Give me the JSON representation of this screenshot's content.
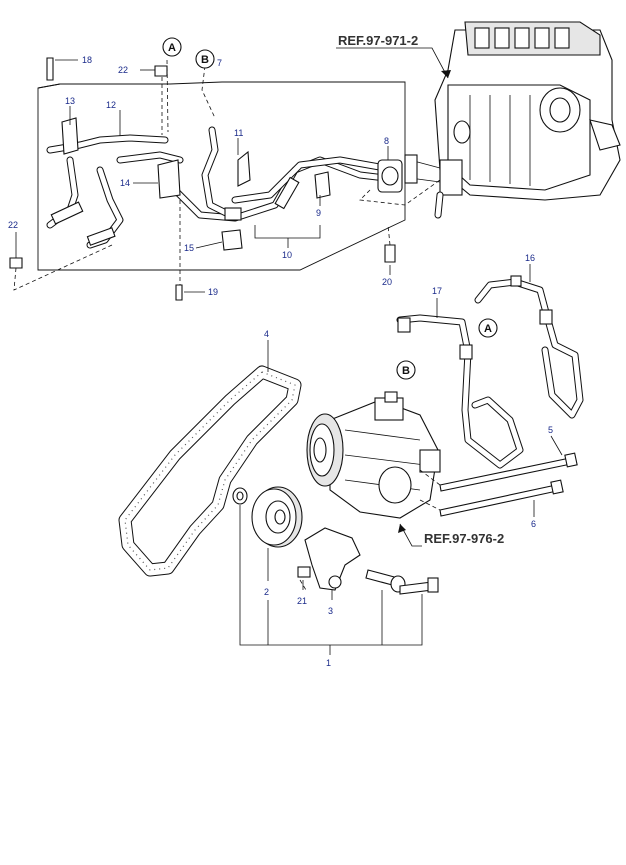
{
  "refs": {
    "hvac": "REF.97-971-2",
    "compressor": "REF.97-976-2"
  },
  "circle_markers": {
    "a": "A",
    "b": "B"
  },
  "callouts": {
    "p1": "1",
    "p2": "2",
    "p3": "3",
    "p4": "4",
    "p5": "5",
    "p6": "6",
    "p7": "7",
    "p8": "8",
    "p9": "9",
    "p10": "10",
    "p11": "11",
    "p12": "12",
    "p13": "13",
    "p14": "14",
    "p15": "15",
    "p16": "16",
    "p17": "17",
    "p18": "18",
    "p19": "19",
    "p20": "20",
    "p21": "21",
    "p22a": "22",
    "p22b": "22"
  },
  "colors": {
    "callout": "#1a2a8a",
    "line": "#111111",
    "ref_text": "#333333"
  }
}
